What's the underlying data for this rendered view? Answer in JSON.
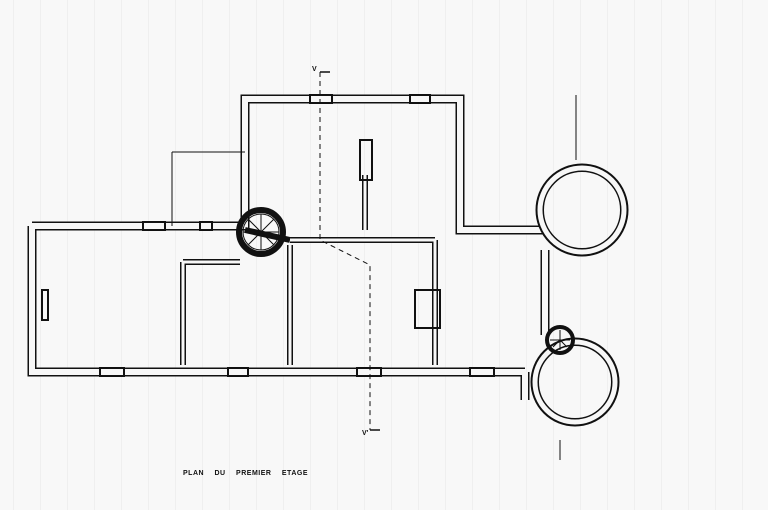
{
  "caption": "PLAN DU PREMIER ETAGE",
  "section_marks": {
    "top": "V",
    "bottom": "V'"
  }
}
